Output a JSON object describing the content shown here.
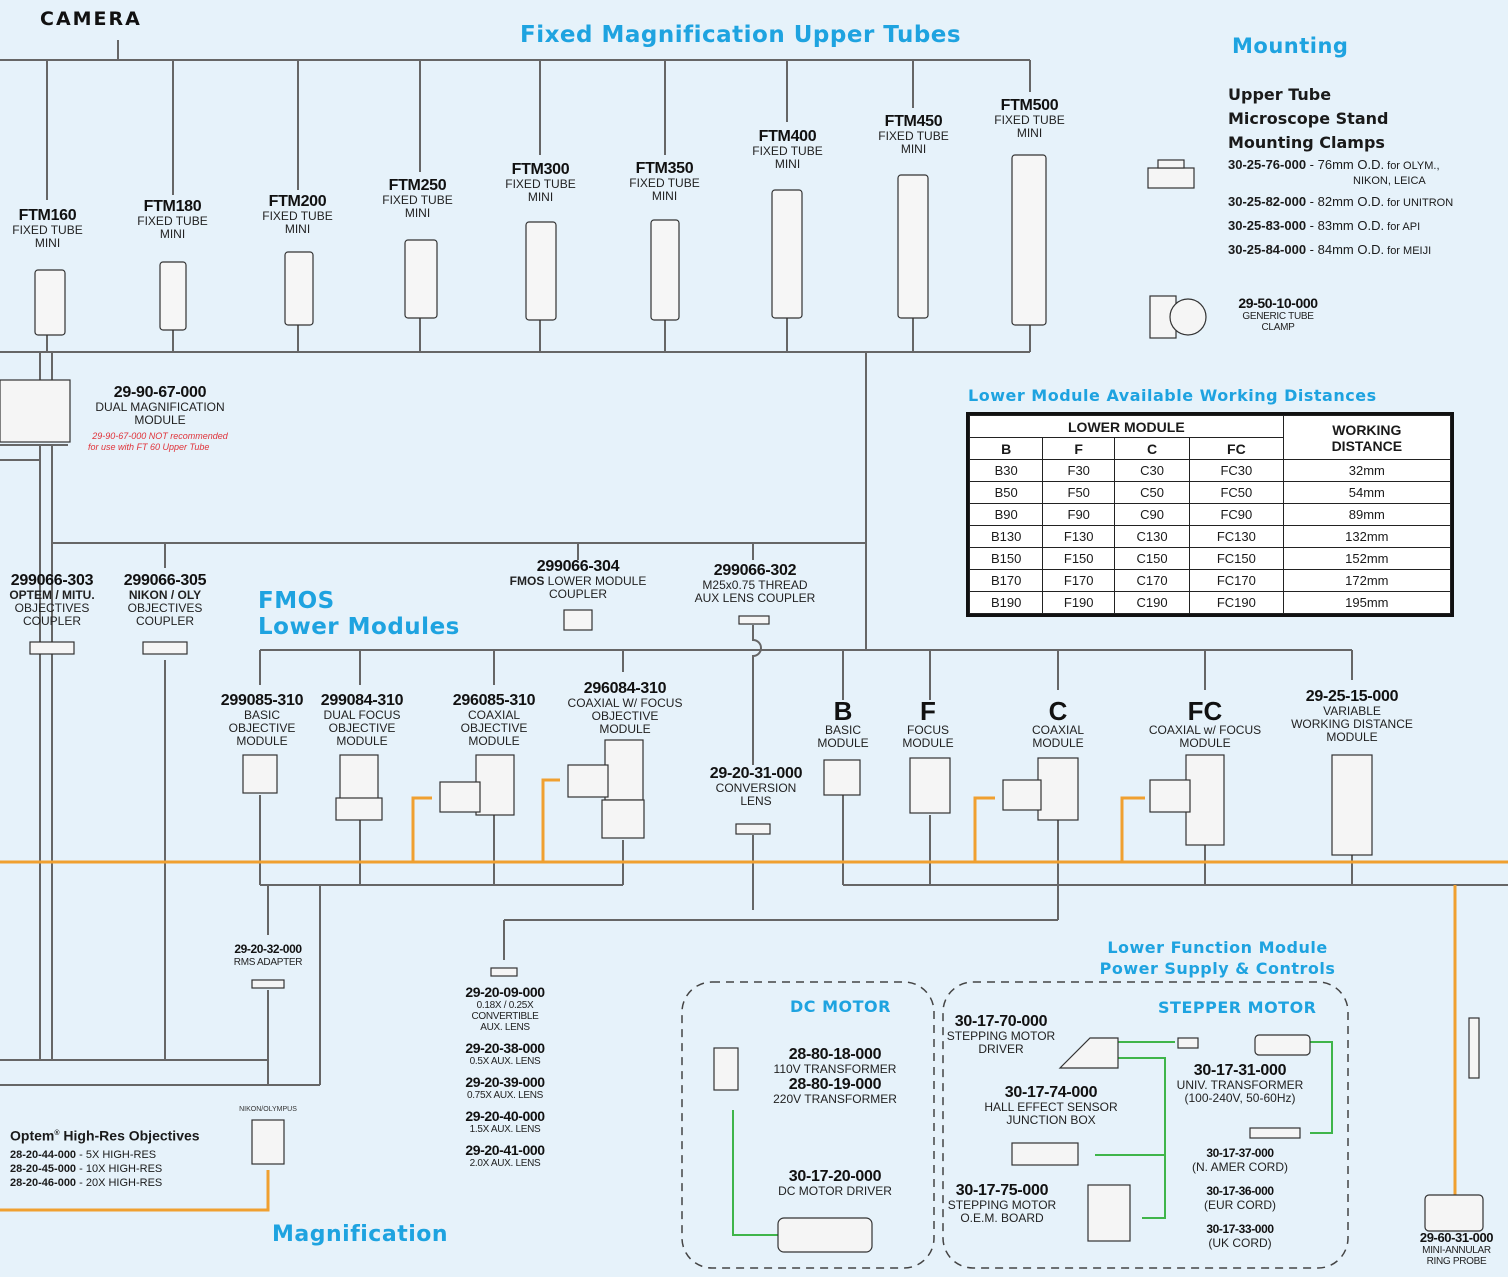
{
  "headers": {
    "camera": "CAMERA",
    "fixed_mag": "Fixed Magnification Upper Tubes",
    "mounting": "Mounting",
    "fmos": "FMOS",
    "lower_modules": "Lower Modules",
    "magnification": "Magnification",
    "lower_function": "Lower Function Module",
    "power_supply": "Power Supply & Controls",
    "wd_title": "Lower Module Available Working Distances",
    "dc_motor": "DC MOTOR",
    "stepper_motor": "STEPPER MOTOR"
  },
  "tubes": [
    {
      "pn": "FTM160",
      "l1": "FIXED TUBE",
      "l2": "MINI"
    },
    {
      "pn": "FTM180",
      "l1": "FIXED TUBE",
      "l2": "MINI"
    },
    {
      "pn": "FTM200",
      "l1": "FIXED TUBE",
      "l2": "MINI"
    },
    {
      "pn": "FTM250",
      "l1": "FIXED TUBE",
      "l2": "MINI"
    },
    {
      "pn": "FTM300",
      "l1": "FIXED TUBE",
      "l2": "MINI"
    },
    {
      "pn": "FTM350",
      "l1": "FIXED TUBE",
      "l2": "MINI"
    },
    {
      "pn": "FTM400",
      "l1": "FIXED TUBE",
      "l2": "MINI"
    },
    {
      "pn": "FTM450",
      "l1": "FIXED TUBE",
      "l2": "MINI"
    },
    {
      "pn": "FTM500",
      "l1": "FIXED TUBE",
      "l2": "MINI"
    }
  ],
  "mounting": {
    "title1": "Upper Tube",
    "title2": "Microscope Stand",
    "title3": "Mounting Clamps",
    "clamps": [
      {
        "pn": "30-25-76-000",
        "desc": " - 76mm O.D.",
        "note": " for OLYM.,",
        "note2": "NIKON, LEICA"
      },
      {
        "pn": "30-25-82-000",
        "desc": " - 82mm O.D.",
        "note": " for UNITRON",
        "note2": ""
      },
      {
        "pn": "30-25-83-000",
        "desc": " - 83mm O.D.",
        "note": " for API",
        "note2": ""
      },
      {
        "pn": "30-25-84-000",
        "desc": " - 84mm O.D.",
        "note": " for MEIJI",
        "note2": ""
      }
    ],
    "generic_pn": "29-50-10-000",
    "generic_l1": "GENERIC TUBE",
    "generic_l2": "CLAMP"
  },
  "dual_mag": {
    "pn": "29-90-67-000",
    "l1": "DUAL MAGNIFICATION",
    "l2": "MODULE",
    "note1": "29-90-67-000 NOT recommended",
    "note2": "for use with FT 60 Upper Tube"
  },
  "couplers": [
    {
      "pn": "299066-303",
      "b": "OPTEM / MITU.",
      "l1": "OBJECTIVES",
      "l2": "COUPLER"
    },
    {
      "pn": "299066-305",
      "b": "NIKON / OLY",
      "l1": "OBJECTIVES",
      "l2": "COUPLER"
    },
    {
      "pn": "299066-304",
      "b": "FMOS",
      "l1": " LOWER MODULE",
      "l2": "COUPLER"
    },
    {
      "pn": "299066-302",
      "b": "",
      "l1": "M25x0.75 THREAD",
      "l2": "AUX LENS COUPLER"
    }
  ],
  "objective_modules": [
    {
      "pn": "299085-310",
      "l1": "BASIC",
      "l2": "OBJECTIVE",
      "l3": "MODULE"
    },
    {
      "pn": "299084-310",
      "l1": "DUAL FOCUS",
      "l2": "OBJECTIVE",
      "l3": "MODULE"
    },
    {
      "pn": "296085-310",
      "l1": "COAXIAL",
      "l2": "OBJECTIVE",
      "l3": "MODULE"
    },
    {
      "pn": "296084-310",
      "l1": "COAXIAL W/ FOCUS",
      "l2": "OBJECTIVE",
      "l3": "MODULE"
    }
  ],
  "conversion": {
    "pn": "29-20-31-000",
    "l1": "CONVERSION",
    "l2": "LENS"
  },
  "letter_modules": [
    {
      "pn": "B",
      "l1": "BASIC",
      "l2": "MODULE"
    },
    {
      "pn": "F",
      "l1": "FOCUS",
      "l2": "MODULE"
    },
    {
      "pn": "C",
      "l1": "COAXIAL",
      "l2": "MODULE"
    },
    {
      "pn": "FC",
      "l1": "COAXIAL w/ FOCUS",
      "l2": "MODULE"
    }
  ],
  "variable": {
    "pn": "29-25-15-000",
    "l1": "VARIABLE",
    "l2": "WORKING DISTANCE",
    "l3": "MODULE"
  },
  "wd_table": {
    "group": "LOWER MODULE",
    "wd_h1": "WORKING",
    "wd_h2": "DISTANCE",
    "cols": [
      "B",
      "F",
      "C",
      "FC"
    ],
    "rows": [
      [
        "B30",
        "F30",
        "C30",
        "FC30",
        "32mm"
      ],
      [
        "B50",
        "F50",
        "C50",
        "FC50",
        "54mm"
      ],
      [
        "B90",
        "F90",
        "C90",
        "FC90",
        "89mm"
      ],
      [
        "B130",
        "F130",
        "C130",
        "FC130",
        "132mm"
      ],
      [
        "B150",
        "F150",
        "C150",
        "FC150",
        "152mm"
      ],
      [
        "B170",
        "F170",
        "C170",
        "FC170",
        "172mm"
      ],
      [
        "B190",
        "F190",
        "C190",
        "FC190",
        "195mm"
      ]
    ]
  },
  "rms": {
    "pn": "29-20-32-000",
    "l1": "RMS ADAPTER"
  },
  "nikon_olympus": "NIKON/OLYMPUS",
  "optem": {
    "title": "Optem",
    "reg": "®",
    "title_rest": " High-Res Objectives",
    "items": [
      {
        "pn": "28-20-44-000",
        "desc": " -   5X HIGH-RES"
      },
      {
        "pn": "28-20-45-000",
        "desc": " - 10X HIGH-RES"
      },
      {
        "pn": "28-20-46-000",
        "desc": " - 20X HIGH-RES"
      }
    ]
  },
  "aux_lenses": [
    {
      "pn": "29-20-09-000",
      "l1": "0.18X / 0.25X",
      "l2": "CONVERTIBLE",
      "l3": "AUX. LENS"
    },
    {
      "pn": "29-20-38-000",
      "l1": "0.5X AUX. LENS",
      "l2": "",
      "l3": ""
    },
    {
      "pn": "29-20-39-000",
      "l1": "0.75X AUX. LENS",
      "l2": "",
      "l3": ""
    },
    {
      "pn": "29-20-40-000",
      "l1": "1.5X AUX. LENS",
      "l2": "",
      "l3": ""
    },
    {
      "pn": "29-20-41-000",
      "l1": "2.0X AUX. LENS",
      "l2": "",
      "l3": ""
    }
  ],
  "dc": {
    "t1_pn": "28-80-18-000",
    "t1_l": "110V TRANSFORMER",
    "t2_pn": "28-80-19-000",
    "t2_l": "220V TRANSFORMER",
    "drv_pn": "30-17-20-000",
    "drv_l": "DC MOTOR DRIVER"
  },
  "stepper": {
    "d_pn": "30-17-70-000",
    "d_l1": "STEPPING MOTOR",
    "d_l2": "DRIVER",
    "h_pn": "30-17-74-000",
    "h_l1": "HALL EFFECT SENSOR",
    "h_l2": "JUNCTION BOX",
    "o_pn": "30-17-75-000",
    "o_l1": "STEPPING MOTOR",
    "o_l2": "O.E.M. BOARD",
    "u_pn": "30-17-31-000",
    "u_l1": "UNIV. TRANSFORMER",
    "u_l2": "(100-240V, 50-60Hz)",
    "c1_pn": "30-17-37-000",
    "c1_l": "(N. AMER CORD)",
    "c2_pn": "30-17-36-000",
    "c2_l": "(EUR CORD)",
    "c3_pn": "30-17-33-000",
    "c3_l": "(UK CORD)"
  },
  "probe": {
    "pn": "29-60-31-000",
    "l1": "MINI-ANNULAR",
    "l2": "RING PROBE"
  },
  "colors": {
    "accent": "#1ea3e0",
    "orange": "#f0a030",
    "green": "#3fb54a",
    "line": "#666666",
    "bg": "#e6f2fa"
  }
}
